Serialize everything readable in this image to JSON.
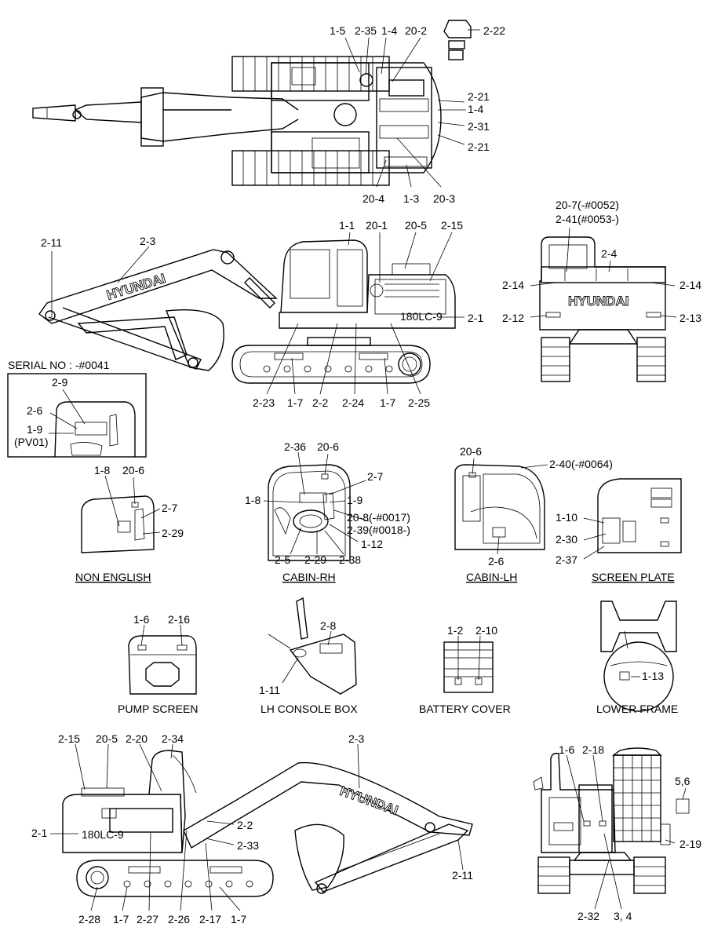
{
  "brand": "HYUNDAI",
  "model_badge": "180LC-9",
  "serial_note": "SERIAL NO : -#0041",
  "captions": {
    "non_english": "NON ENGLISH",
    "cabin_rh": "CABIN-RH",
    "cabin_lh": "CABIN-LH",
    "screen_plate": "SCREEN PLATE",
    "pump_screen": "PUMP SCREEN",
    "lh_console_box": "LH CONSOLE BOX",
    "battery_cover": "BATTERY COVER",
    "lower_frame": "LOWER FRAME"
  },
  "callouts": {
    "top": [
      "1-5",
      "2-35",
      "1-4",
      "20-2",
      "2-22",
      "2-21",
      "1-4",
      "2-31",
      "2-21",
      "20-4",
      "1-3",
      "20-3"
    ],
    "side": [
      "2-11",
      "2-3",
      "1-1",
      "20-1",
      "20-5",
      "2-15",
      "2-1",
      "2-23",
      "1-7",
      "2-2",
      "2-24",
      "1-7",
      "2-25"
    ],
    "rear": [
      "20-7(-#0052)",
      "2-41(#0053-)",
      "2-4",
      "2-14",
      "2-14",
      "2-12",
      "2-13"
    ],
    "serial_box": [
      "2-9",
      "2-6",
      "1-9",
      "(PV01)"
    ],
    "non_english": [
      "1-8",
      "20-6",
      "2-7",
      "2-29"
    ],
    "cabin_rh": [
      "2-36",
      "20-6",
      "2-7",
      "1-8",
      "1-9",
      "20-8(-#0017)",
      "2-39(#0018-)",
      "1-12",
      "2-5",
      "2-29",
      "2-38"
    ],
    "cabin_lh": [
      "20-6",
      "2-40(-#0064)",
      "2-6"
    ],
    "screen_plate": [
      "1-10",
      "2-30",
      "2-37"
    ],
    "pump_screen": [
      "1-6",
      "2-16"
    ],
    "lh_console": [
      "2-8",
      "1-11"
    ],
    "battery_cover": [
      "1-2",
      "2-10"
    ],
    "lower_frame": [
      "1-13"
    ],
    "bottom_left": [
      "2-15",
      "20-5",
      "2-20",
      "2-34",
      "2-3",
      "2-2",
      "2-1",
      "2-33",
      "2-11",
      "2-28",
      "1-7",
      "2-27",
      "2-26",
      "2-17",
      "1-7"
    ],
    "bottom_right": [
      "1-6",
      "2-18",
      "5,6",
      "2-19",
      "2-32",
      "3, 4"
    ]
  }
}
